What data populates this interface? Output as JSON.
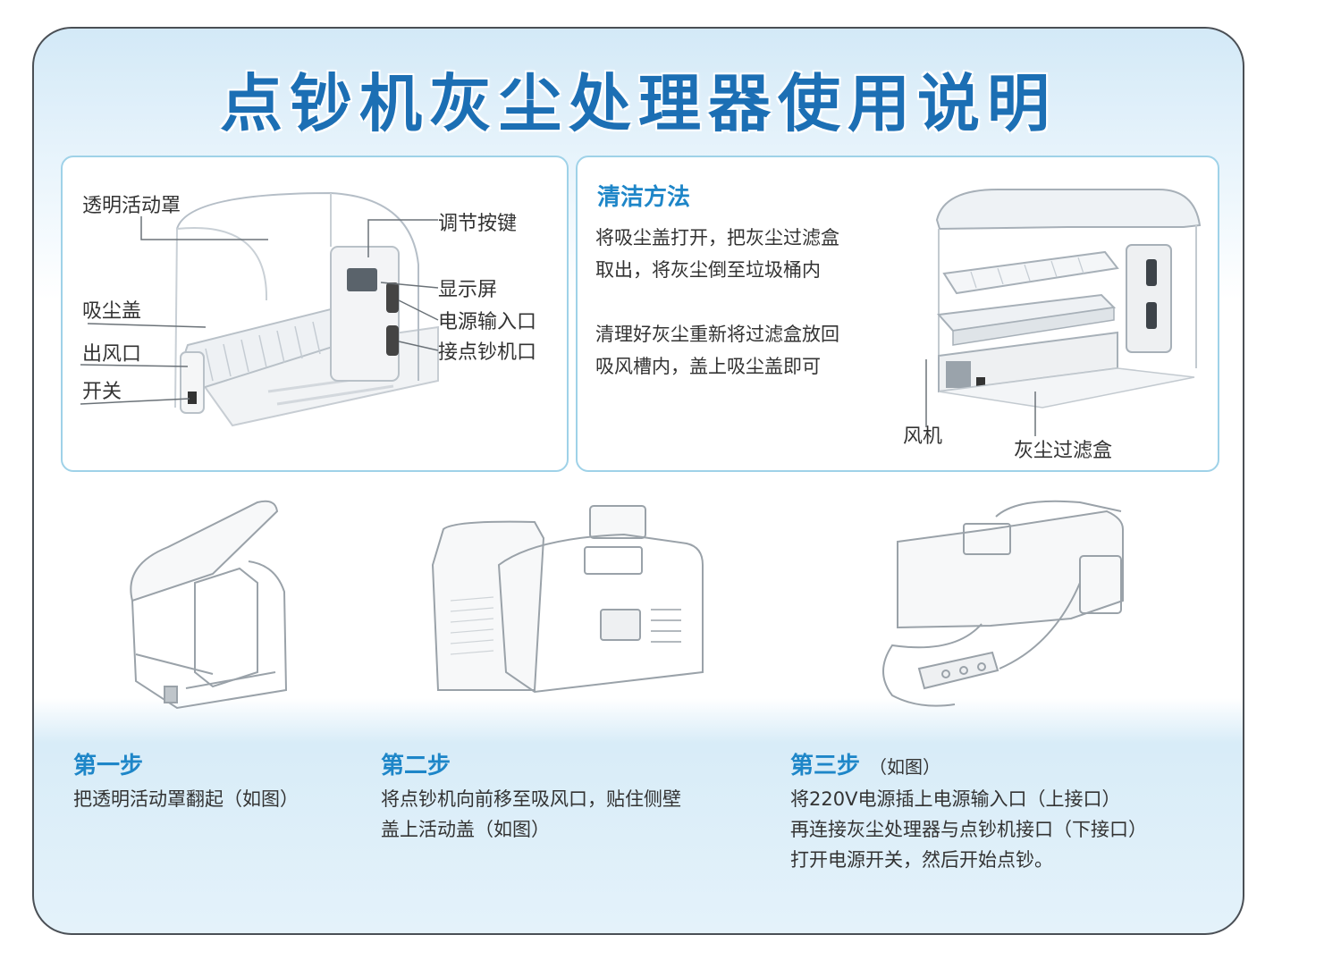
{
  "title": "点钞机灰尘处理器使用说明",
  "parts_panel": {
    "labels": {
      "cover": "透明活动罩",
      "adjust_button": "调节按键",
      "display": "显示屏",
      "dust_lid": "吸尘盖",
      "power_input": "电源输入口",
      "outlet": "出风口",
      "counter_port": "接点钞机口",
      "switch": "开关"
    }
  },
  "cleaning_panel": {
    "title": "清洁方法",
    "lines": [
      "将吸尘盖打开，把灰尘过滤盒",
      "取出，将灰尘倒至垃圾桶内",
      "清理好灰尘重新将过滤盒放回",
      "吸风槽内，盖上吸尘盖即可"
    ],
    "labels": {
      "fan": "风机",
      "filter_box": "灰尘过滤盒"
    }
  },
  "steps": [
    {
      "title": "第一步",
      "note": "",
      "lines": [
        "把透明活动罩翻起（如图）"
      ]
    },
    {
      "title": "第二步",
      "note": "",
      "lines": [
        "将点钞机向前移至吸风口，贴住侧壁",
        "盖上活动盖（如图）"
      ]
    },
    {
      "title": "第三步",
      "note": "（如图）",
      "lines": [
        "将220V电源插上电源输入口（上接口）",
        "再连接灰尘处理器与点钞机接口（下接口）",
        "打开电源开关，然后开始点钞。"
      ]
    }
  ],
  "colors": {
    "title_blue": "#1c6fb4",
    "heading_blue": "#1e86c8",
    "panel_border": "#9fd2e8",
    "band_blue": "#d8ecf8"
  }
}
